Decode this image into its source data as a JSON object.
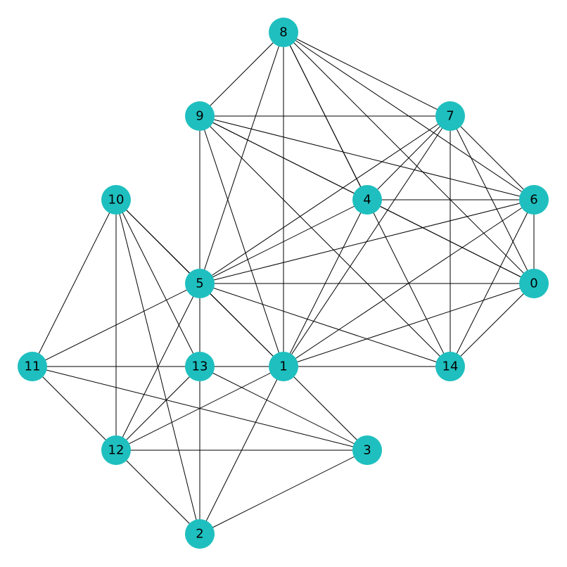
{
  "graph": {
    "node_color": "#1fbfbf",
    "edge_color": "#000000",
    "nodes": [
      {
        "id": "0",
        "label": "0"
      },
      {
        "id": "1",
        "label": "1"
      },
      {
        "id": "2",
        "label": "2"
      },
      {
        "id": "3",
        "label": "3"
      },
      {
        "id": "4",
        "label": "4"
      },
      {
        "id": "5",
        "label": "5"
      },
      {
        "id": "6",
        "label": "6"
      },
      {
        "id": "7",
        "label": "7"
      },
      {
        "id": "8",
        "label": "8"
      },
      {
        "id": "9",
        "label": "9"
      },
      {
        "id": "10",
        "label": "10"
      },
      {
        "id": "11",
        "label": "11"
      },
      {
        "id": "12",
        "label": "12"
      },
      {
        "id": "13",
        "label": "13"
      },
      {
        "id": "14",
        "label": "14"
      }
    ],
    "edges": [
      [
        "8",
        "9"
      ],
      [
        "8",
        "7"
      ],
      [
        "8",
        "6"
      ],
      [
        "8",
        "0"
      ],
      [
        "8",
        "4"
      ],
      [
        "8",
        "14"
      ],
      [
        "8",
        "5"
      ],
      [
        "8",
        "1"
      ],
      [
        "9",
        "7"
      ],
      [
        "9",
        "6"
      ],
      [
        "9",
        "4"
      ],
      [
        "9",
        "0"
      ],
      [
        "9",
        "14"
      ],
      [
        "9",
        "5"
      ],
      [
        "9",
        "1"
      ],
      [
        "7",
        "6"
      ],
      [
        "7",
        "0"
      ],
      [
        "7",
        "14"
      ],
      [
        "7",
        "4"
      ],
      [
        "7",
        "5"
      ],
      [
        "7",
        "1"
      ],
      [
        "10",
        "5"
      ],
      [
        "10",
        "11"
      ],
      [
        "10",
        "12"
      ],
      [
        "10",
        "13"
      ],
      [
        "10",
        "2"
      ],
      [
        "10",
        "1"
      ],
      [
        "4",
        "6"
      ],
      [
        "4",
        "0"
      ],
      [
        "4",
        "5"
      ],
      [
        "4",
        "1"
      ],
      [
        "6",
        "0"
      ],
      [
        "6",
        "14"
      ],
      [
        "6",
        "5"
      ],
      [
        "6",
        "1"
      ],
      [
        "5",
        "0"
      ],
      [
        "5",
        "14"
      ],
      [
        "5",
        "11"
      ],
      [
        "5",
        "13"
      ],
      [
        "5",
        "1"
      ],
      [
        "5",
        "12"
      ],
      [
        "0",
        "14"
      ],
      [
        "0",
        "1"
      ],
      [
        "11",
        "13"
      ],
      [
        "11",
        "12"
      ],
      [
        "11",
        "3"
      ],
      [
        "13",
        "1"
      ],
      [
        "13",
        "12"
      ],
      [
        "13",
        "3"
      ],
      [
        "13",
        "2"
      ],
      [
        "1",
        "14"
      ],
      [
        "1",
        "3"
      ],
      [
        "1",
        "12"
      ],
      [
        "1",
        "2"
      ],
      [
        "12",
        "3"
      ],
      [
        "12",
        "2"
      ],
      [
        "3",
        "2"
      ]
    ]
  }
}
